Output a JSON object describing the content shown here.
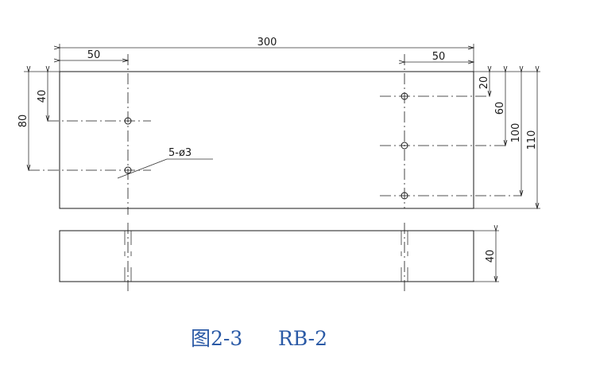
{
  "drawing": {
    "dimensions": {
      "overall_length": "300",
      "left_hole_offset": "50",
      "right_hole_offset": "50",
      "left_upper_height": "40",
      "left_lower_height": "80",
      "right_first": "20",
      "right_second": "60",
      "right_third": "100",
      "overall_width": "110",
      "side_thickness": "40"
    },
    "hole_callout": "5-ø3"
  },
  "caption": {
    "figure_label": "图2-3",
    "part_name": "RB-2"
  },
  "colors": {
    "line": "#1a1a1a",
    "caption": "#2b5aa6"
  }
}
